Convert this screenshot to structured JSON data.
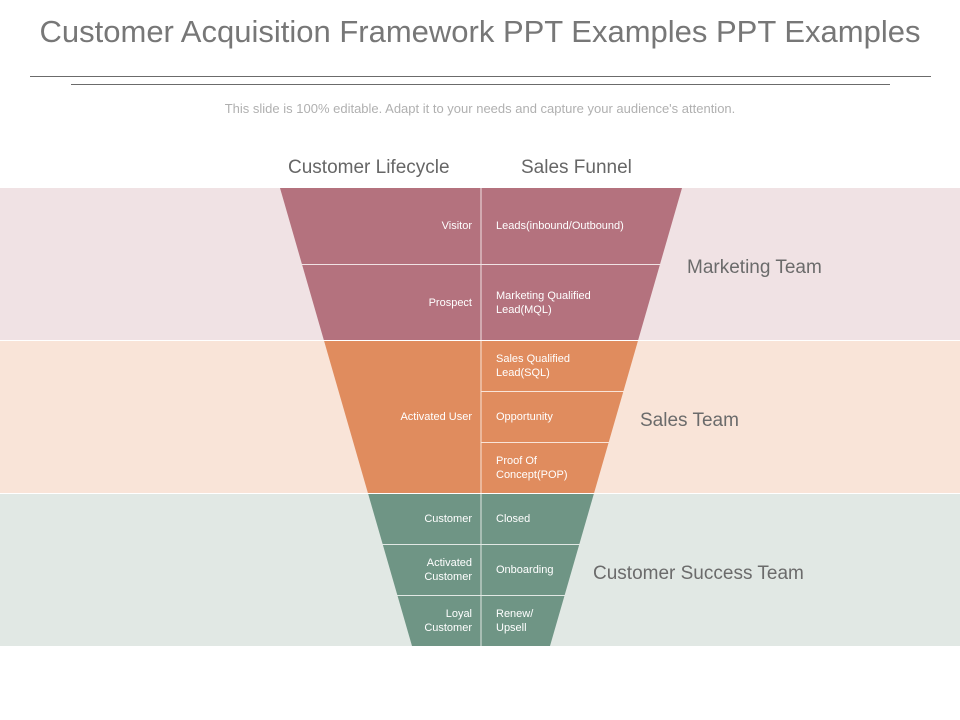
{
  "title": "Customer Acquisition Framework PPT Examples PPT Examples",
  "subtitle": "This slide is 100% editable. Adapt it to your needs and capture your audience's attention.",
  "headers": {
    "lifecycle": "Customer Lifecycle",
    "funnel": "Sales Funnel"
  },
  "colors": {
    "marketing": "#b4727e",
    "sales": "#e08c5e",
    "success": "#6f9585",
    "marketing_band": "#f0e2e4",
    "sales_band": "#f9e4d8",
    "success_band": "#e1e8e4"
  },
  "teams": {
    "marketing": "Marketing Team",
    "sales": "Sales Team",
    "success": "Customer Success Team"
  },
  "lifecycle": [
    "Visitor",
    "Prospect",
    "Activated User",
    "Customer",
    "Activated\nCustomer",
    "Loyal\nCustomer"
  ],
  "funnel": [
    "Leads(inbound/Outbound)",
    "Marketing Qualified\nLead(MQL)",
    "Sales Qualified\nLead(SQL)",
    "Opportunity",
    "Proof Of\nConcept(POP)",
    "Closed",
    "Onboarding",
    "Renew/\nUpsell"
  ]
}
